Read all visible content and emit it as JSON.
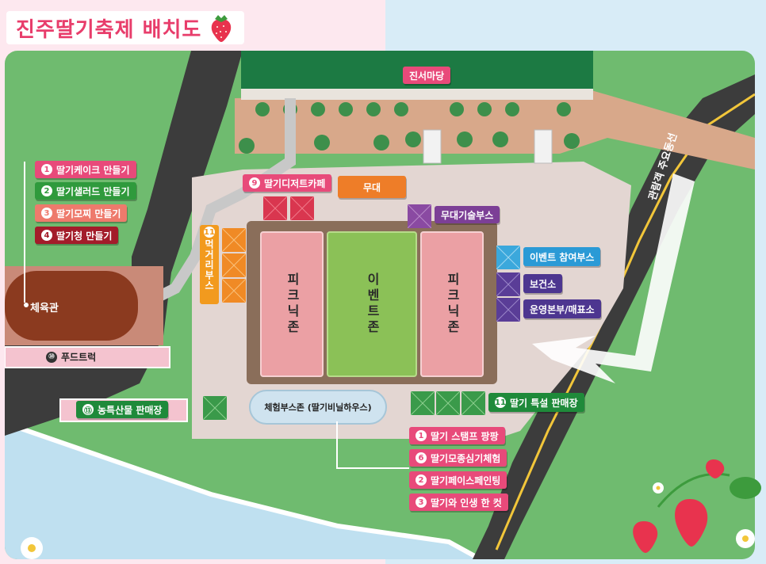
{
  "title": "진주딸기축제 배치도",
  "colors": {
    "pink": "#e84a7a",
    "green": "#2f9a3c",
    "red_dark": "#a31c2a",
    "salmon": "#ee7a6c",
    "orange": "#ee7d28",
    "purple": "#7c3f96",
    "blue": "#2a9ad6",
    "navy_purple": "#4d3690"
  },
  "venues": {
    "main_yard": "진서마당",
    "gym": "체육관",
    "food_truck": {
      "num": "⑩",
      "label": "푸드트럭"
    },
    "farm_market": {
      "num": "⑬",
      "label": "농특산물 판매장"
    },
    "road_sign": "관람객 주요동선"
  },
  "left_programs": [
    {
      "num": "1",
      "label": "딸기케이크 만들기",
      "color": "#e84a7a"
    },
    {
      "num": "2",
      "label": "딸기샐러드 만들기",
      "color": "#2f9a3c"
    },
    {
      "num": "3",
      "label": "딸기모찌 만들기",
      "color": "#ee7a6c"
    },
    {
      "num": "4",
      "label": "딸기청 만들기",
      "color": "#a31c2a"
    }
  ],
  "booths": {
    "dessert_cafe": {
      "num": "9",
      "label": "딸기디저트카페"
    },
    "stage": "무대",
    "stage_tech": "무대기술부스",
    "food_street": {
      "num": "11",
      "label": "먹거리부스"
    },
    "event_booth": "이벤트 참여부스",
    "health": "보건소",
    "operations": "운영본부/매표소",
    "special_sale": {
      "num": "11",
      "label": "딸기 특설 판매장"
    },
    "experience_zone": "체험부스존 (딸기비닐하우스)"
  },
  "zones": {
    "picnic_left": "피크닉존",
    "event_zone": "이벤트존",
    "picnic_right": "피크닉존"
  },
  "experience_programs": [
    {
      "num": "1",
      "label": "딸기 스탬프 팡팡"
    },
    {
      "num": "6",
      "label": "딸기모종심기체험"
    },
    {
      "num": "2",
      "label": "딸기페이스페인팅"
    },
    {
      "num": "3",
      "label": "딸기와 인생 한 컷"
    }
  ]
}
